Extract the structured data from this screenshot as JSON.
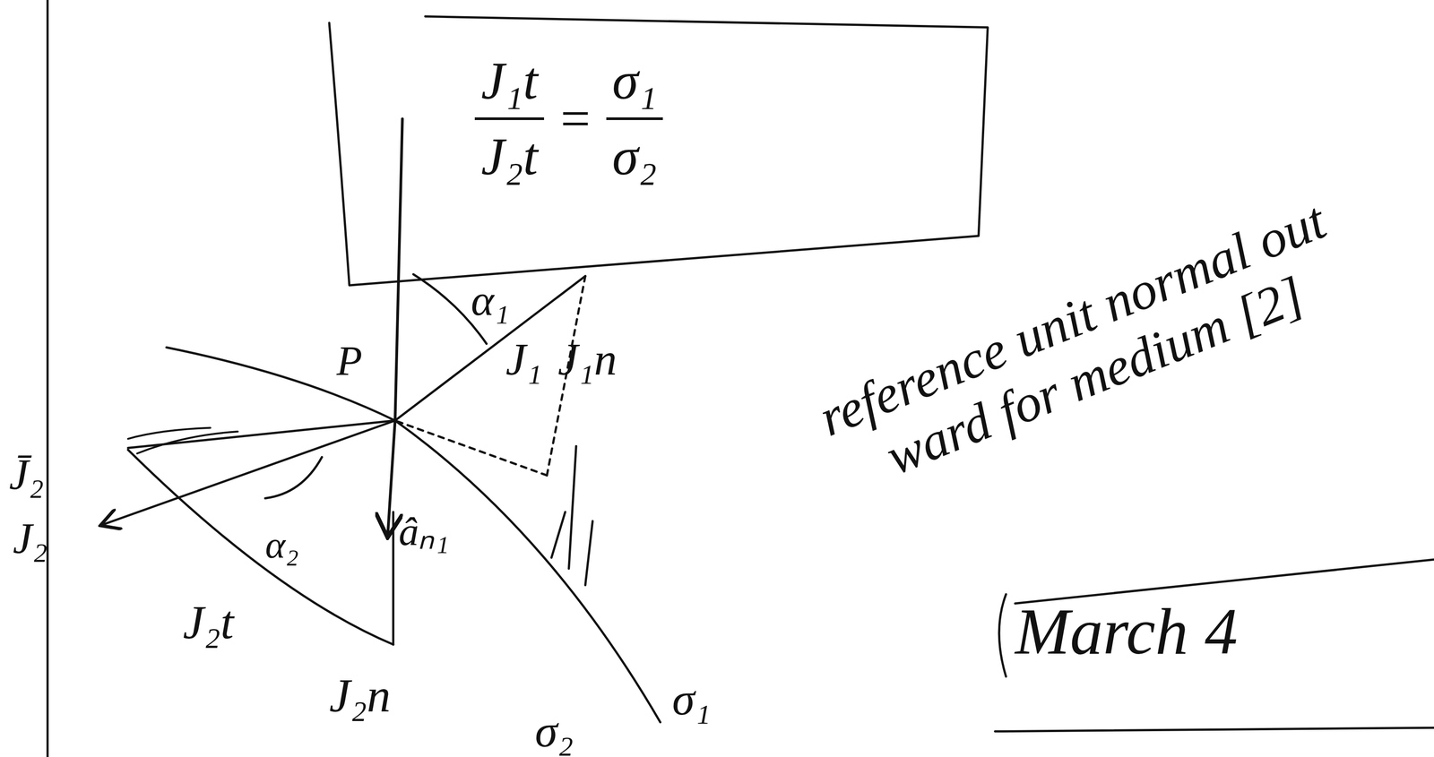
{
  "diagram": {
    "nodes": [
      {
        "text": [
          "J₁t",
          "J₂t",
          "=",
          "σ₁",
          "σ₂"
        ]
      }
    ],
    "labels": [
      "α₁",
      "P",
      "J₁",
      "J₁n",
      "J̄₂",
      "J₂",
      "α₂",
      "âₙ₁",
      "J₂t",
      "J₂n",
      "σ₁",
      "σ₂",
      "reference unit normal out ward for medium [2]",
      "March 4"
    ]
  }
}
